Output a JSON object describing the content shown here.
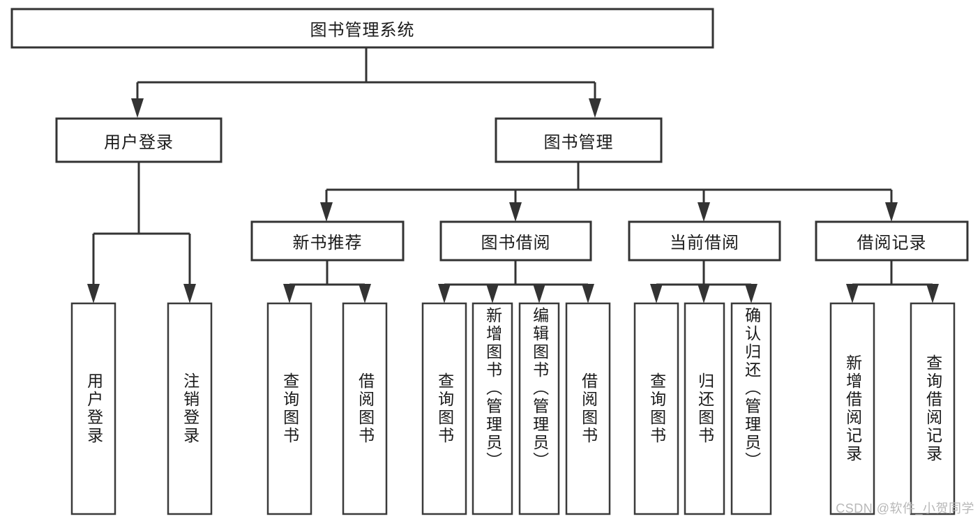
{
  "diagram": {
    "type": "hierarchy-tree",
    "title": "图书管理系统",
    "watermark": "CSDN @软件_小贺同学",
    "root": {
      "id": "root",
      "label": "图书管理系统"
    },
    "level2": [
      {
        "id": "user-login",
        "label": "用户登录"
      },
      {
        "id": "book-manage",
        "label": "图书管理"
      }
    ],
    "level3": [
      {
        "id": "new-book-recommend",
        "label": "新书推荐",
        "parent": "book-manage"
      },
      {
        "id": "book-borrow",
        "label": "图书借阅",
        "parent": "book-manage"
      },
      {
        "id": "current-borrow",
        "label": "当前借阅",
        "parent": "book-manage"
      },
      {
        "id": "borrow-record",
        "label": "借阅记录",
        "parent": "book-manage"
      }
    ],
    "leaves": [
      {
        "id": "leaf-user-login",
        "label": "用户登录",
        "parent": "user-login"
      },
      {
        "id": "leaf-logout-login",
        "label": "注销登录",
        "parent": "user-login"
      },
      {
        "id": "leaf-query-book-1",
        "label": "查询图书",
        "parent": "new-book-recommend"
      },
      {
        "id": "leaf-borrow-book-1",
        "label": "借阅图书",
        "parent": "new-book-recommend"
      },
      {
        "id": "leaf-query-book-2",
        "label": "查询图书",
        "parent": "book-borrow"
      },
      {
        "id": "leaf-add-book",
        "label": "新增图书（管理员）",
        "parent": "book-borrow"
      },
      {
        "id": "leaf-edit-book",
        "label": "编辑图书（管理员）",
        "parent": "book-borrow"
      },
      {
        "id": "leaf-borrow-book-2",
        "label": "借阅图书",
        "parent": "book-borrow"
      },
      {
        "id": "leaf-query-book-3",
        "label": "查询图书",
        "parent": "current-borrow"
      },
      {
        "id": "leaf-return-book",
        "label": "归还图书",
        "parent": "current-borrow"
      },
      {
        "id": "leaf-confirm-return",
        "label": "确认归还（管理员）",
        "parent": "current-borrow"
      },
      {
        "id": "leaf-add-record",
        "label": "新增借阅记录",
        "parent": "borrow-record"
      },
      {
        "id": "leaf-query-record",
        "label": "查询借阅记录",
        "parent": "borrow-record"
      }
    ],
    "colors": {
      "box_stroke": "#333333",
      "box_fill": "#ffffff",
      "connector": "#333333",
      "text": "#1a1a1a",
      "watermark": "#b8b8b8",
      "background": "#ffffff"
    }
  }
}
